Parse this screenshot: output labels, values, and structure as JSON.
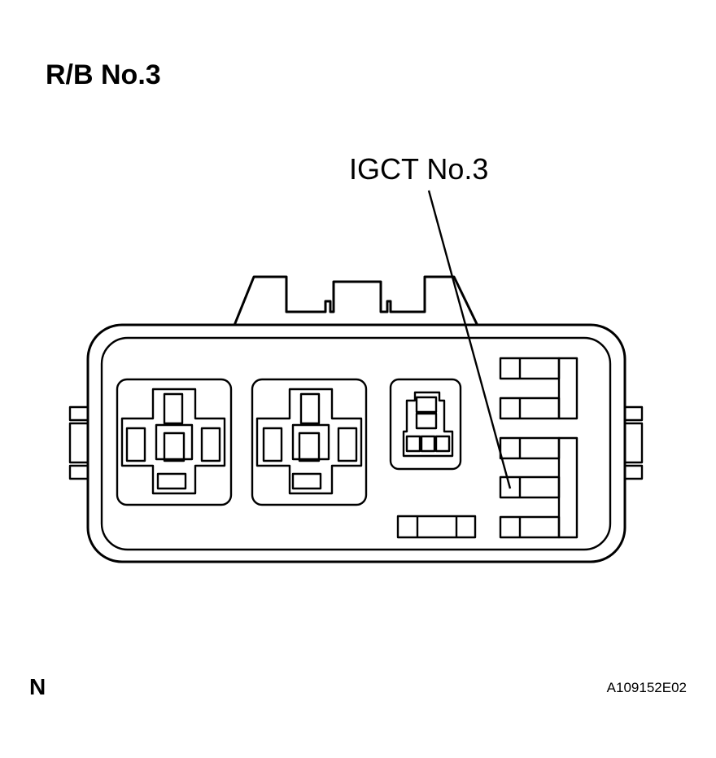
{
  "figure": {
    "title": "R/B No.3",
    "callout_label": "IGCT No.3",
    "corner_code": "N",
    "figure_id": "A109152E02"
  },
  "colors": {
    "line": "#000000",
    "background": "#ffffff"
  }
}
